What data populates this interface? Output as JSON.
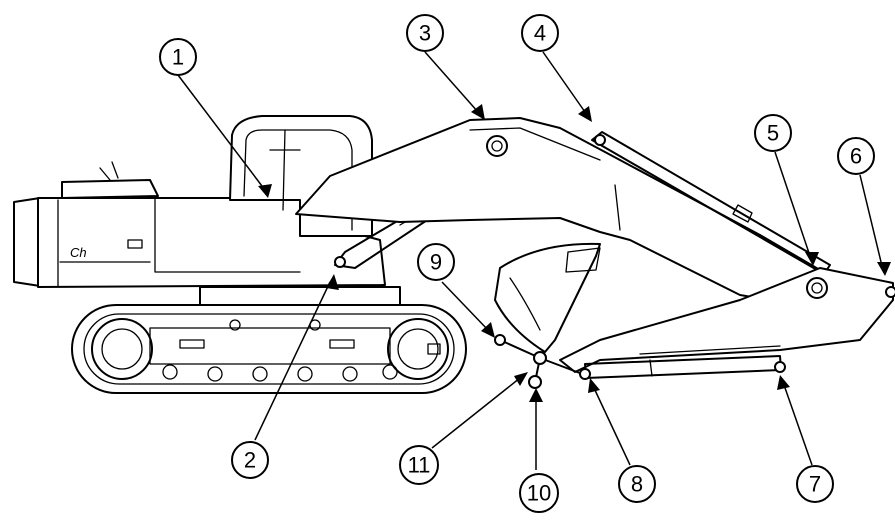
{
  "diagram": {
    "subject": "excavator side view",
    "callouts": [
      {
        "label": "1"
      },
      {
        "label": "2"
      },
      {
        "label": "3"
      },
      {
        "label": "4"
      },
      {
        "label": "5"
      },
      {
        "label": "6"
      },
      {
        "label": "7"
      },
      {
        "label": "8"
      },
      {
        "label": "9"
      },
      {
        "label": "10"
      },
      {
        "label": "11"
      }
    ],
    "colors": {
      "ink": "#000000",
      "paper": "#ffffff"
    }
  }
}
